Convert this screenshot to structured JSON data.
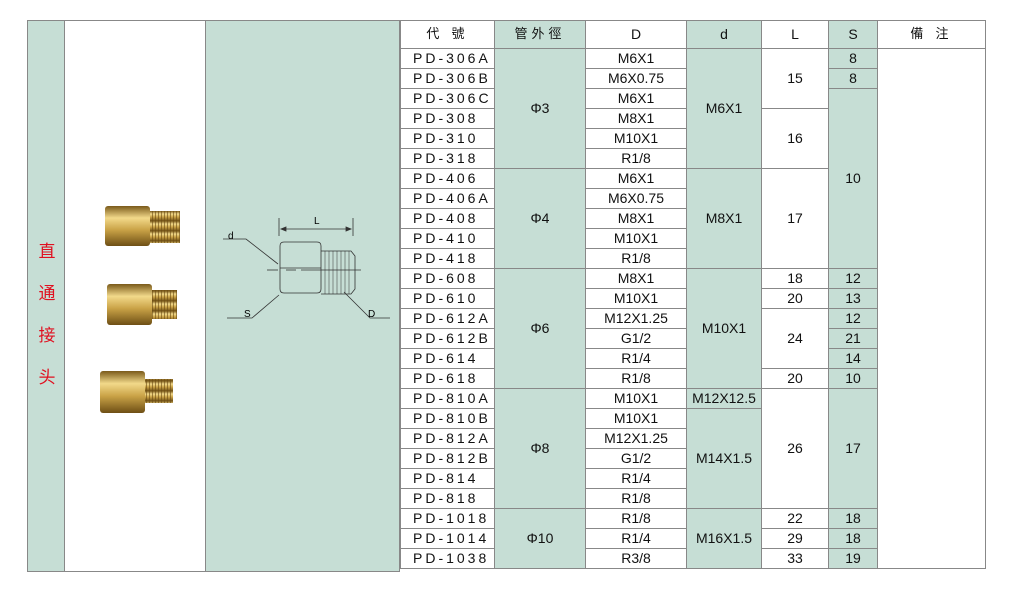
{
  "category_label": [
    "直",
    "通",
    "接",
    "头"
  ],
  "diagram_labels": {
    "L": "L",
    "d": "d",
    "S": "S",
    "D": "D"
  },
  "headers": {
    "code": "代 號",
    "pipe": "管外徑",
    "D": "D",
    "d": "d",
    "L": "L",
    "S": "S",
    "note": "備 注"
  },
  "rows": [
    {
      "code": "PD-306A",
      "D": "M6X1"
    },
    {
      "code": "PD-306B",
      "D": "M6X0.75"
    },
    {
      "code": "PD-306C",
      "D": "M6X1"
    },
    {
      "code": "PD-308",
      "D": "M8X1"
    },
    {
      "code": "PD-310",
      "D": "M10X1"
    },
    {
      "code": "PD-318",
      "D": "R1/8"
    },
    {
      "code": "PD-406",
      "D": "M6X1"
    },
    {
      "code": "PD-406A",
      "D": "M6X0.75"
    },
    {
      "code": "PD-408",
      "D": "M8X1"
    },
    {
      "code": "PD-410",
      "D": "M10X1"
    },
    {
      "code": "PD-418",
      "D": "R1/8"
    },
    {
      "code": "PD-608",
      "D": "M8X1"
    },
    {
      "code": "PD-610",
      "D": "M10X1"
    },
    {
      "code": "PD-612A",
      "D": "M12X1.25"
    },
    {
      "code": "PD-612B",
      "D": "G1/2"
    },
    {
      "code": "PD-614",
      "D": "R1/4"
    },
    {
      "code": "PD-618",
      "D": "R1/8"
    },
    {
      "code": "PD-810A",
      "D": "M10X1"
    },
    {
      "code": "PD-810B",
      "D": "M10X1"
    },
    {
      "code": "PD-812A",
      "D": "M12X1.25"
    },
    {
      "code": "PD-812B",
      "D": "G1/2"
    },
    {
      "code": "PD-814",
      "D": "R1/4"
    },
    {
      "code": "PD-818",
      "D": "R1/8"
    },
    {
      "code": "PD-1018",
      "D": "R1/8"
    },
    {
      "code": "PD-1014",
      "D": "R1/4"
    },
    {
      "code": "PD-1038",
      "D": "R3/8"
    }
  ],
  "pipe": [
    {
      "v": "Φ3",
      "span": 6
    },
    {
      "v": "Φ4",
      "span": 5
    },
    {
      "v": "Φ6",
      "span": 6
    },
    {
      "v": "Φ8",
      "span": 6
    },
    {
      "v": "Φ10",
      "span": 3
    }
  ],
  "d": [
    {
      "v": "M6X1",
      "span": 6
    },
    {
      "v": "M8X1",
      "span": 5
    },
    {
      "v": "M10X1",
      "span": 6
    },
    {
      "v": "M12X12.5",
      "span": 1
    },
    {
      "v": "M14X1.5",
      "span": 5
    },
    {
      "v": "M16X1.5",
      "span": 3
    }
  ],
  "L": [
    {
      "v": "15",
      "span": 3
    },
    {
      "v": "16",
      "span": 3
    },
    {
      "v": "17",
      "span": 5
    },
    {
      "v": "18",
      "span": 1
    },
    {
      "v": "20",
      "span": 1
    },
    {
      "v": "24",
      "span": 3
    },
    {
      "v": "20",
      "span": 1
    },
    {
      "v": "26",
      "span": 6
    },
    {
      "v": "22",
      "span": 1
    },
    {
      "v": "29",
      "span": 1
    },
    {
      "v": "33",
      "span": 1
    }
  ],
  "S": [
    {
      "v": "8",
      "span": 1
    },
    {
      "v": "8",
      "span": 1
    },
    {
      "v": "10",
      "span": 9
    },
    {
      "v": "12",
      "span": 1
    },
    {
      "v": "13",
      "span": 1
    },
    {
      "v": "12",
      "span": 1
    },
    {
      "v": "21",
      "span": 1
    },
    {
      "v": "14",
      "span": 1
    },
    {
      "v": "10",
      "span": 1
    },
    {
      "v": "17",
      "span": 6
    },
    {
      "v": "18",
      "span": 1
    },
    {
      "v": "18",
      "span": 1
    },
    {
      "v": "19",
      "span": 1
    }
  ],
  "colors": {
    "panel": "#c6ded5",
    "label": "#e01020"
  }
}
